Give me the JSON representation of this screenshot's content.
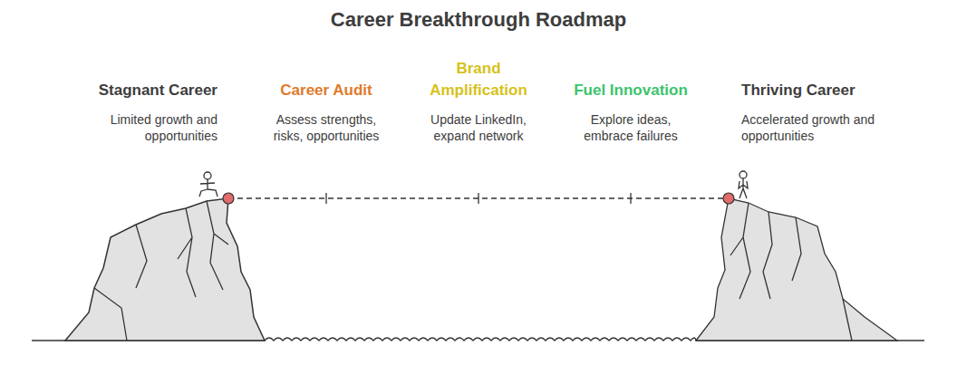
{
  "diagram": {
    "title": "Career Breakthrough Roadmap",
    "labels": [
      "Stagnant Career",
      "Limited growth and opportunities",
      "Career Audit",
      "Assess strengths, risks, opportunities",
      "Brand Amplification",
      "Update LinkedIn, expand network",
      "Fuel Innovation",
      "Explore ideas, embrace failures",
      "Thriving Career",
      "Accelerated growth and opportunities"
    ]
  }
}
